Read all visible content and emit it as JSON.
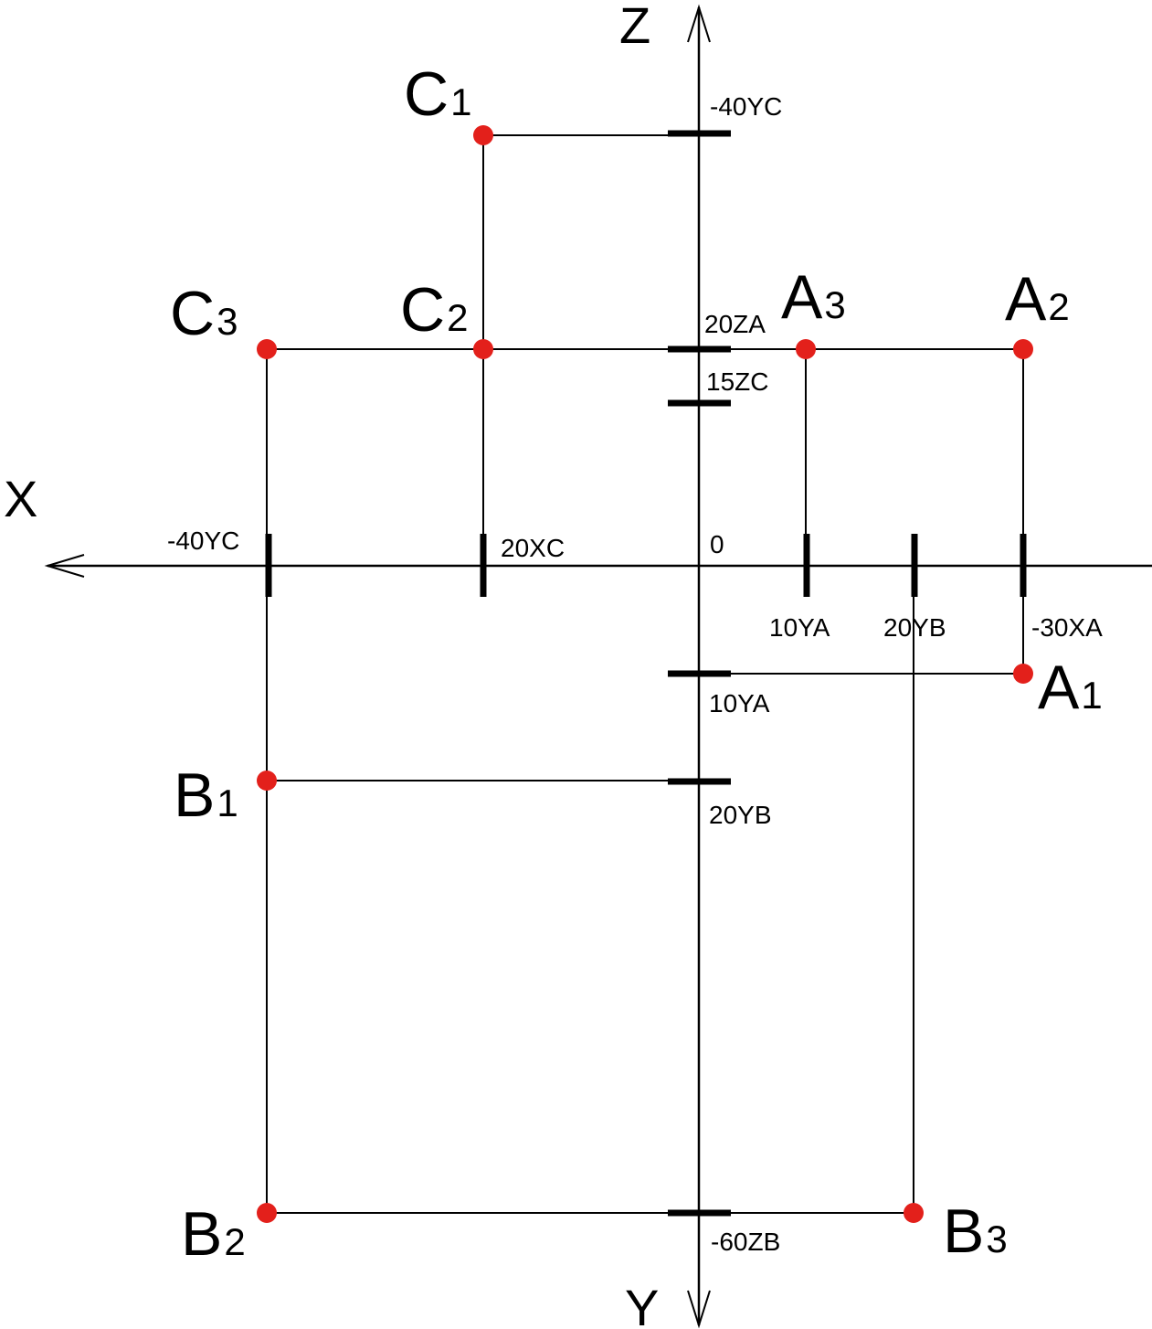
{
  "axes": {
    "z_label": "Z",
    "x_label": "X",
    "y_label": "Y",
    "origin_label": "0"
  },
  "tick_labels": {
    "z_upper_40yc": "-40YC",
    "z_20za": "20ZA",
    "z_15zc": "15ZC",
    "x_neg40yc": "-40YC",
    "x_20xc": "20XC",
    "x_10ya": "10YA",
    "x_20yb": "20YB",
    "x_neg30xa": "-30XA",
    "y_10ya": "10YA",
    "y_20yb": "20YB",
    "y_neg60zb": "-60ZB"
  },
  "points": {
    "C1": {
      "letter": "C",
      "sub": "1"
    },
    "C2": {
      "letter": "C",
      "sub": "2"
    },
    "C3": {
      "letter": "C",
      "sub": "3"
    },
    "A1": {
      "letter": "A",
      "sub": "1"
    },
    "A2": {
      "letter": "A",
      "sub": "2"
    },
    "A3": {
      "letter": "A",
      "sub": "3"
    },
    "B1": {
      "letter": "B",
      "sub": "1"
    },
    "B2": {
      "letter": "B",
      "sub": "2"
    },
    "B3": {
      "letter": "B",
      "sub": "3"
    }
  },
  "colors": {
    "point": "#e3201b",
    "line": "#000000"
  }
}
